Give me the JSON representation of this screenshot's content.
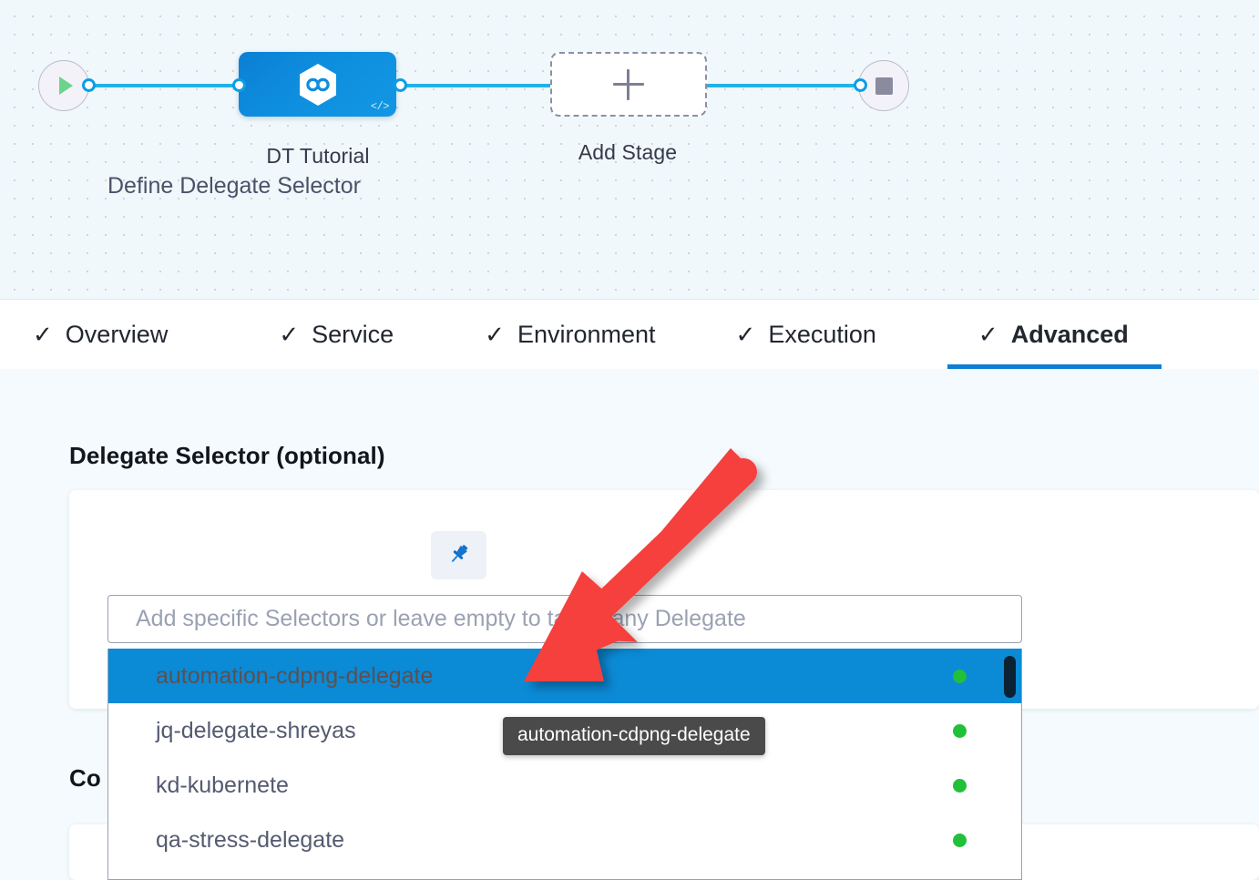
{
  "pipeline": {
    "start_node": {
      "icon": "play-icon",
      "name": "start-node"
    },
    "stage": {
      "label": "DT Tutorial",
      "icon": "harness-cd-hexagon-icon",
      "badge_icon": "code-brackets-icon"
    },
    "add_stage": {
      "label": "Add Stage",
      "icon": "plus-icon"
    },
    "end_node": {
      "icon": "stop-square-icon",
      "name": "end-node"
    },
    "accent_color": "#21b2e8",
    "stage_color": "#0e8ede"
  },
  "tabs": [
    {
      "label": "Overview",
      "check": "✓",
      "active": false
    },
    {
      "label": "Service",
      "check": "✓",
      "active": false
    },
    {
      "label": "Environment",
      "check": "✓",
      "active": false
    },
    {
      "label": "Execution",
      "check": "✓",
      "active": false
    },
    {
      "label": "Advanced",
      "check": "✓",
      "active": true
    }
  ],
  "tab_active_underline_color": "#0b7fd4",
  "sections": {
    "delegate_selector": {
      "title": "Delegate Selector (optional)",
      "field_label": "Define Delegate Selector",
      "pin_icon": "pushpin-icon",
      "input": {
        "value": "",
        "placeholder": "Add specific Selectors or leave empty to target any Delegate"
      },
      "options": [
        {
          "label": "automation-cdpng-delegate",
          "status": "connected",
          "selected": true
        },
        {
          "label": "jq-delegate-shreyas",
          "status": "connected",
          "selected": false
        },
        {
          "label": "kd-kubernete",
          "status": "connected",
          "selected": false
        },
        {
          "label": "qa-stress-delegate",
          "status": "connected",
          "selected": false
        }
      ],
      "status_color": "#22c03a",
      "selected_row_color": "#0b8ad6"
    },
    "conditional_execution": {
      "title": "Co"
    }
  },
  "tooltip": {
    "text": "automation-cdpng-delegate"
  },
  "annotation": {
    "arrow_color": "#f5403c",
    "name": "red-pointer-arrow"
  }
}
